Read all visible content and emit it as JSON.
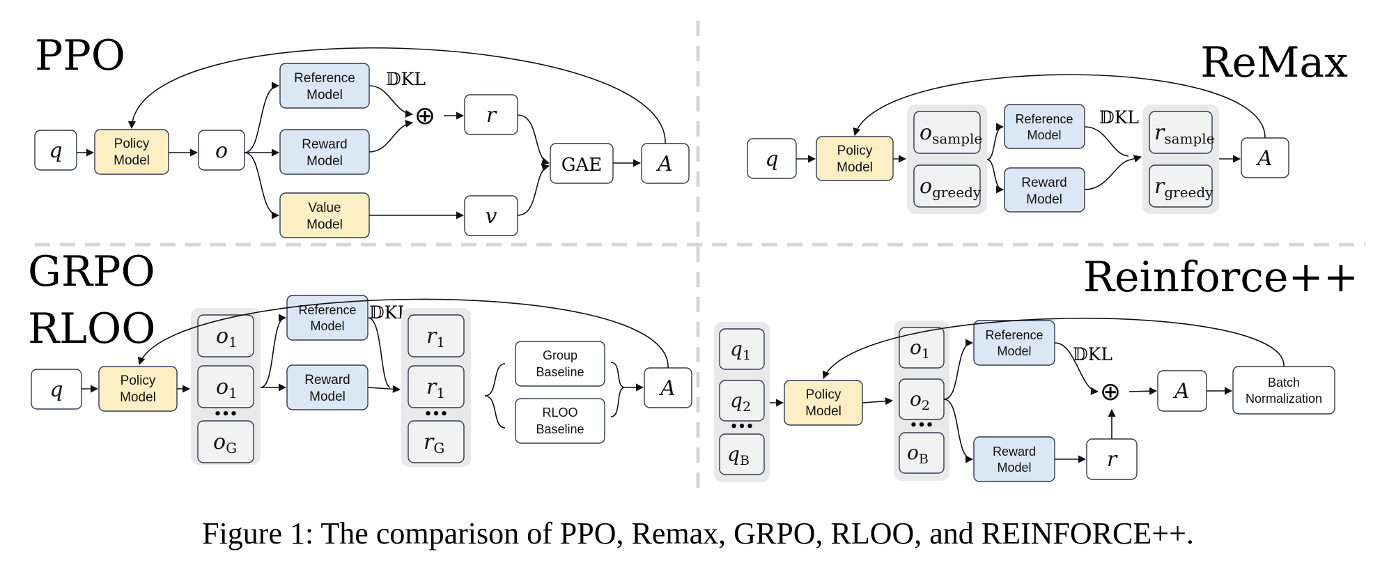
{
  "caption": "Figure 1: The comparison of PPO, Remax, GRPO, RLOO, and REINFORCE++.",
  "panels": {
    "ppo": {
      "title": "PPO",
      "q": "q",
      "policy": [
        "Policy",
        "Model"
      ],
      "o": "o",
      "reference": [
        "Reference",
        "Model"
      ],
      "reward": [
        "Reward",
        "Model"
      ],
      "value": [
        "Value",
        "Model"
      ],
      "dkl": "𝔻KL",
      "r": "r",
      "v": "v",
      "gae": "GAE",
      "A": "A"
    },
    "remax": {
      "title": "ReMax",
      "q": "q",
      "policy": [
        "Policy",
        "Model"
      ],
      "o_sample": [
        "o",
        "sample"
      ],
      "o_greedy": [
        "o",
        "greedy"
      ],
      "reference": [
        "Reference",
        "Model"
      ],
      "reward": [
        "Reward",
        "Model"
      ],
      "dkl": "𝔻KL",
      "r_sample": [
        "r",
        "sample"
      ],
      "r_greedy": [
        "r",
        "greedy"
      ],
      "A": "A"
    },
    "grpo": {
      "title": "GRPO",
      "title2": "RLOO",
      "q": "q",
      "policy": [
        "Policy",
        "Model"
      ],
      "outputs": [
        [
          "o",
          "1"
        ],
        [
          "o",
          "1"
        ],
        [
          "o",
          "G"
        ]
      ],
      "reference": [
        "Reference",
        "Model"
      ],
      "reward": [
        "Reward",
        "Model"
      ],
      "dkl": "𝔻KL",
      "rewards": [
        [
          "r",
          "1"
        ],
        [
          "r",
          "1"
        ],
        [
          "r",
          "G"
        ]
      ],
      "group_baseline": [
        "Group",
        "Baseline"
      ],
      "rloo_baseline": [
        "RLOO",
        "Baseline"
      ],
      "A": "A",
      "dots": "•••"
    },
    "reinforce": {
      "title": "Reinforce++",
      "queries": [
        [
          "q",
          "1"
        ],
        [
          "q",
          "2"
        ],
        [
          "q",
          "B"
        ]
      ],
      "policy": [
        "Policy",
        "Model"
      ],
      "outputs": [
        [
          "o",
          "1"
        ],
        [
          "o",
          "2"
        ],
        [
          "o",
          "B"
        ]
      ],
      "reference": [
        "Reference",
        "Model"
      ],
      "reward": [
        "Reward",
        "Model"
      ],
      "dkl": "𝔻KL",
      "r": "r",
      "A": "A",
      "batch_norm": [
        "Batch",
        "Normalization"
      ],
      "dots": "•••"
    }
  }
}
